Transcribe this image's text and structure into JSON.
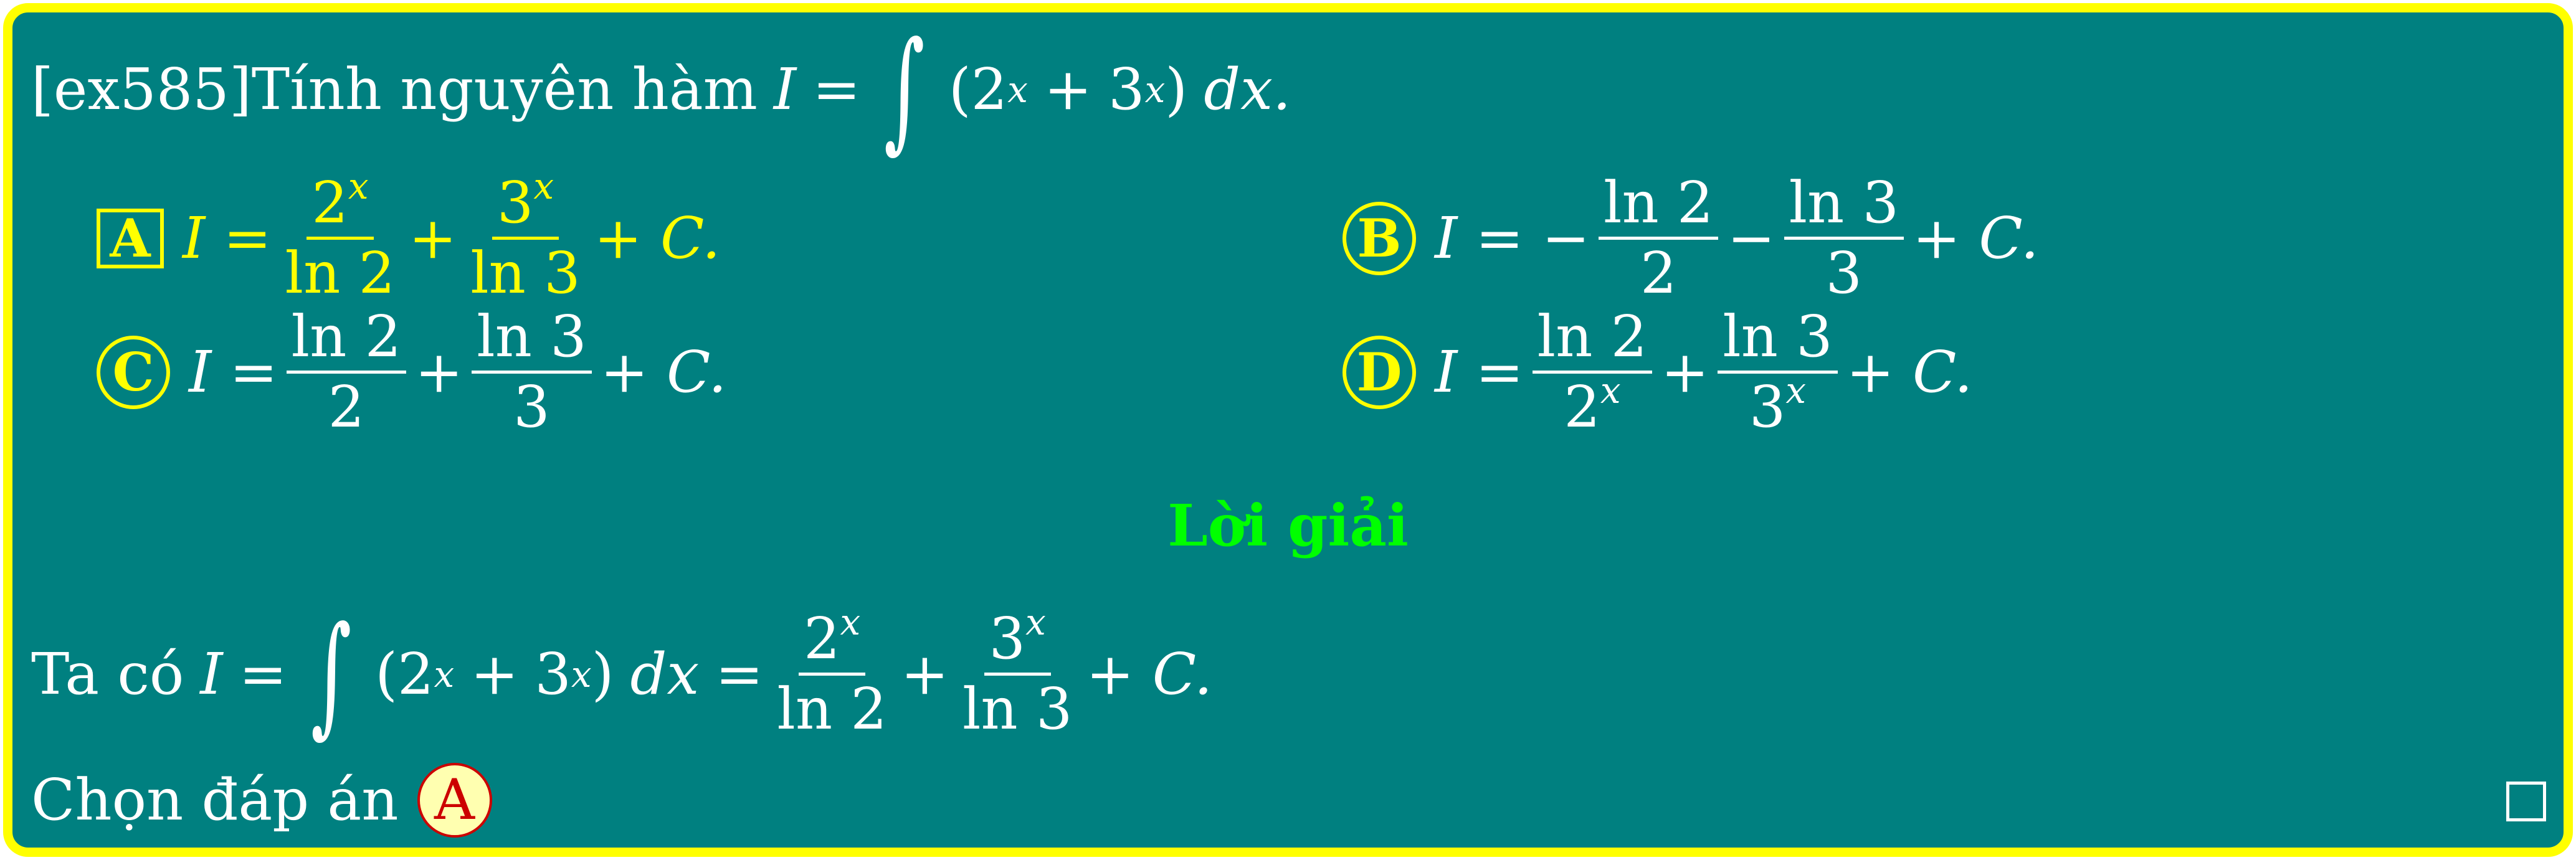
{
  "question": {
    "id_label": "[ex585]",
    "text": "Tính nguyên hàm",
    "var_I": "I",
    "eq": "=",
    "integrand": "(2",
    "exp": "x",
    "plus": "+",
    "three": "3",
    "close": ")",
    "dx": "dx."
  },
  "options": {
    "A": {
      "label": "A",
      "lhs": "I =",
      "n1": "2",
      "d1": "ln 2",
      "n2": "3",
      "d2": "ln 3",
      "tail": "+ C."
    },
    "B": {
      "label": "B",
      "lhs": "I = −",
      "n1": "ln 2",
      "d1": "2",
      "mid": "−",
      "n2": "ln 3",
      "d2": "3",
      "tail": "+ C."
    },
    "C": {
      "label": "C",
      "lhs": "I =",
      "n1": "ln 2",
      "d1": "2",
      "n2": "ln 3",
      "d2": "3",
      "tail": "+ C."
    },
    "D": {
      "label": "D",
      "lhs": "I =",
      "n1": "ln 2",
      "d1": "2",
      "n2": "ln 3",
      "d2": "3",
      "tail": "+ C."
    }
  },
  "solution": {
    "title": "Lời giải",
    "prefix": "Ta có",
    "var_I": "I",
    "eq": "=",
    "integrand": "(2",
    "exp": "x",
    "plus": "+",
    "three": "3",
    "close": ")",
    "dx": "dx",
    "n1": "2",
    "d1": "ln 2",
    "n2": "3",
    "d2": "ln 3",
    "tail": "+ C.",
    "choose_text": "Chọn đáp án",
    "answer": "A"
  },
  "colors": {
    "background": "#008080",
    "border": "#ffff00",
    "highlight": "#ffff00",
    "title": "#00ff00",
    "answer_fill": "#ffffb0",
    "answer_text": "#cc0000"
  }
}
